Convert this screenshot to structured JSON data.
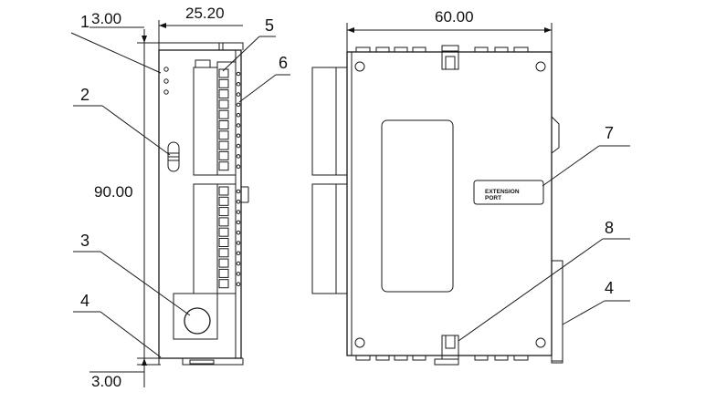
{
  "dimensions": {
    "top_margin": "3.00",
    "bottom_margin": "3.00",
    "height": "90.00",
    "side_width": "25.20",
    "front_width": "60.00"
  },
  "callouts": {
    "c1": "1",
    "c2": "2",
    "c3": "3",
    "c4_left": "4",
    "c5": "5",
    "c6": "6",
    "c7": "7",
    "c8": "8",
    "c4_right": "4"
  },
  "labels": {
    "extension_line1": "EXTENSION",
    "extension_line2": "PORT"
  }
}
